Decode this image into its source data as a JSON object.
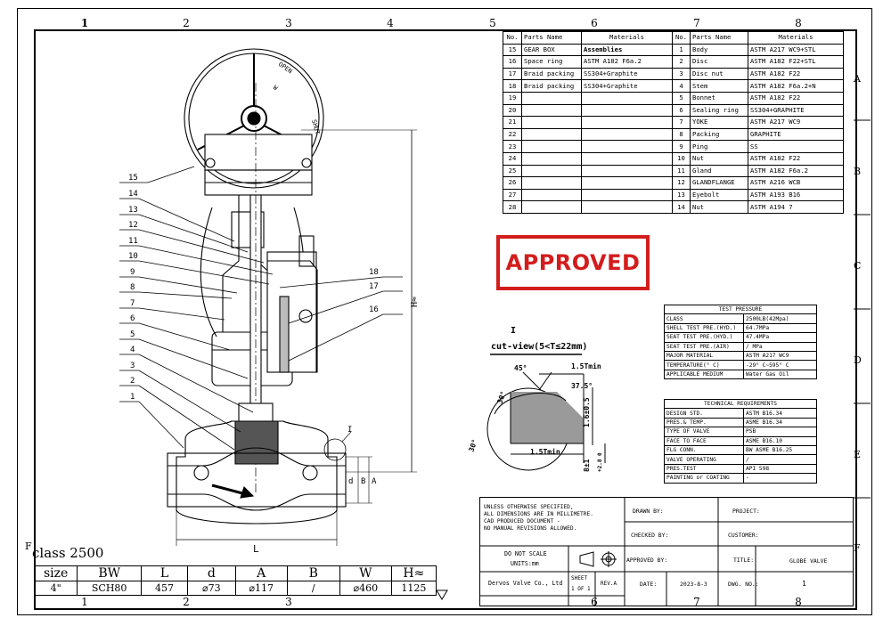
{
  "zones_top": [
    "1",
    "2",
    "3",
    "4",
    "5",
    "6",
    "7",
    "8"
  ],
  "zones_bottom": [
    "1",
    "2",
    "3",
    "6",
    "7",
    "8"
  ],
  "zones_side": [
    "A",
    "B",
    "C",
    "D",
    "E",
    "F"
  ],
  "zone_f_left": "F",
  "class_label": "class 2500",
  "callouts": [
    "15",
    "14",
    "13",
    "12",
    "11",
    "10",
    "9",
    "8",
    "7",
    "6",
    "5",
    "4",
    "3",
    "2",
    "1",
    "18",
    "17",
    "16"
  ],
  "drawing": {
    "dim_L": "L",
    "dim_H": "H≈",
    "dim_d": "d",
    "dim_B": "B",
    "dim_A": "A",
    "detail_ref": "I",
    "open_label": "OPEN",
    "shut_label": "SHUT",
    "ww_label": "W"
  },
  "bom": {
    "headers": [
      "No.",
      "Parts Name",
      "Materials",
      "No.",
      "Parts Name",
      "Materials"
    ],
    "rows": [
      [
        "15",
        "GEAR BOX",
        "Assemblies",
        "1",
        "Body",
        "ASTM A217 WC9+STL"
      ],
      [
        "16",
        "Space ring",
        "ASTM A182 F6a.2",
        "2",
        "Disc",
        "ASTM A182 F22+STL"
      ],
      [
        "17",
        "Braid packing",
        "SS304+Graphite",
        "3",
        "Disc nut",
        "ASTM A182 F22"
      ],
      [
        "18",
        "Braid packing",
        "SS304+Graphite",
        "4",
        "Stem",
        "ASTM A182 F6a.2+N"
      ],
      [
        "19",
        "",
        "",
        "5",
        "Bonnet",
        "ASTM A182 F22"
      ],
      [
        "20",
        "",
        "",
        "6",
        "Sealing ring",
        "SS304+GRAPHITE"
      ],
      [
        "21",
        "",
        "",
        "7",
        "YOKE",
        "ASTM A217 WC9"
      ],
      [
        "22",
        "",
        "",
        "8",
        "Packing",
        "GRAPHITE"
      ],
      [
        "23",
        "",
        "",
        "9",
        "Ping",
        "SS"
      ],
      [
        "24",
        "",
        "",
        "10",
        "Nut",
        "ASTM A182 F22"
      ],
      [
        "25",
        "",
        "",
        "11",
        "Gland",
        "ASTM A182 F6a.2"
      ],
      [
        "26",
        "",
        "",
        "12",
        "GLANDFLANGE",
        "ASTM A216 WCB"
      ],
      [
        "27",
        "",
        "",
        "13",
        "Eyebolt",
        "ASTM A193 B16"
      ],
      [
        "28",
        "",
        "",
        "14",
        "Nut",
        "ASTM A194 7"
      ]
    ]
  },
  "approved_stamp": "APPROVED",
  "cut_view": {
    "ref": "I",
    "title": "cut-view(5<T≤22mm)",
    "angle_45": "45°",
    "angle_37": "37.5°",
    "angle_30a": "30°",
    "angle_30b": "30°",
    "tmin_top": "1.5Tmin",
    "tmin_bottom": "1.5Tmin",
    "tol_a": "1.6±0.5",
    "tol_b": "8±1",
    "tol_c": "+2.8 0"
  },
  "test_pressure": {
    "title": "TEST PRESSURE",
    "rows": [
      [
        "CLASS",
        "2500LB(42Mpa)"
      ],
      [
        "SHELL TEST PRE.(HYD.)",
        "64.7MPa"
      ],
      [
        "SEAT TEST PRE.(HYD.)",
        "47.4MPa"
      ],
      [
        "SEAT TEST PRE.(AIR)",
        "/ MPa"
      ],
      [
        "MAJOR MATERIAL",
        "ASTM A217 WC9"
      ],
      [
        "TEMPERATURE(° C)",
        "-29° C~595° C"
      ],
      [
        "APPLICABLE MEDIUM",
        "Water Gas Oil"
      ]
    ]
  },
  "technical": {
    "title": "TECHNICAL REQUIREMENTS",
    "rows": [
      [
        "DESIGN STD.",
        "ASTM B16.34"
      ],
      [
        "PRES.& TEMP.",
        "ASME B16.34"
      ],
      [
        "TYPE OF VALVE",
        "PSB"
      ],
      [
        "FACE TO FACE",
        "ASME B16.10"
      ],
      [
        "FLG CONN.",
        "BW ASME B16.25"
      ],
      [
        "VALVE OPERATING",
        "/"
      ],
      [
        "PRES.TEST",
        "API 598"
      ],
      [
        "PAINTING or COATING",
        "-"
      ]
    ]
  },
  "title_block": {
    "notes": [
      "UNLESS OTHERWISE SPECIFIED,",
      "ALL DIMENSIONS ARE IN MILLIMETRE.",
      "CAD PRODUCED DOCUMENT -",
      "NO MANUAL REVISIONS ALLOWED."
    ],
    "drawn_by": "DRAWN BY:",
    "checked_by": "CHECKED BY:",
    "approved_by": "APPROVED BY:",
    "project": "PROJECT:",
    "customer": "CUSTOMER:",
    "title_label": "TITLE:",
    "title_value": "GLOBE  VALVE",
    "do_not_scale": "DO NOT SCALE",
    "units": "UNITS:mm",
    "company": "Dervos Valve Co., Ltd",
    "sheet_label": "SHEET",
    "sheet_value": "1 OF 1",
    "rev": "REV.A",
    "date_label": "DATE:",
    "date_value": "2023-8-3",
    "dwg_label": "DWG. NO.:",
    "dwg_value": "1"
  },
  "size_table": {
    "headers": [
      "size",
      "BW",
      "L",
      "d",
      "A",
      "B",
      "W",
      "H≈"
    ],
    "values": [
      "4\"",
      "SCH80",
      "457",
      "⌀73",
      "⌀117",
      "/",
      "⌀460",
      "1125"
    ]
  }
}
